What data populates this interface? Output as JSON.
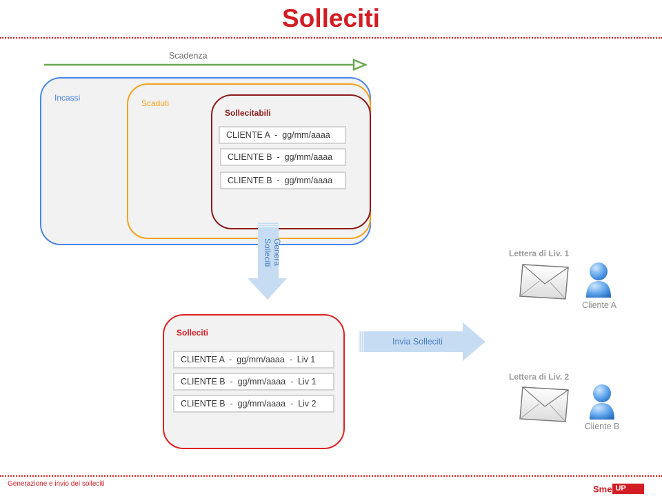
{
  "title": "Solleciti",
  "timeline": {
    "label": "Scadenza"
  },
  "groups": {
    "incassi": "Incassi",
    "scaduti": "Scaduti",
    "sollecitabili": {
      "title": "Sollecitabili",
      "items": [
        "CLIENTE A  -  gg/mm/aaaa",
        "CLIENTE B  -  gg/mm/aaaa",
        "CLIENTE B  -  gg/mm/aaaa"
      ]
    }
  },
  "generate_arrow": {
    "line1": "Genera",
    "line2": "Solleciti"
  },
  "solleciti": {
    "title": "Solleciti",
    "items": [
      "CLIENTE A  -  gg/mm/aaaa  -  Liv 1",
      "CLIENTE B  -  gg/mm/aaaa  -  Liv 1",
      "CLIENTE B  -  gg/mm/aaaa  -  Liv 2"
    ]
  },
  "send_arrow": {
    "label": "Invia Solleciti"
  },
  "letters": [
    {
      "title": "Lettera di Liv. 1",
      "recipient": "Cliente A",
      "icons": [
        "envelope-icon",
        "person-icon"
      ]
    },
    {
      "title": "Lettera di Liv. 2",
      "recipient": "Cliente B",
      "icons": [
        "envelope-icon",
        "person-icon"
      ]
    }
  ],
  "footer": {
    "caption": "Generazione e invio dei solleciti",
    "logo_left": "Sme",
    "logo_right": "UP"
  },
  "colors": {
    "brand_red": "#d21d24",
    "incassi_blue": "#4a86e8",
    "scaduti_orange": "#f4a21a",
    "sollecitabili_maroon": "#8b1a1a",
    "timeline_green": "#6aa84f",
    "arrow_fill": "#c6dcf2"
  }
}
